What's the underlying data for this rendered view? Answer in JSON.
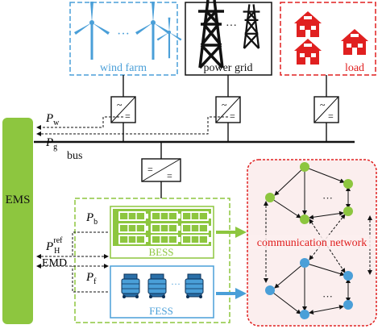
{
  "labels": {
    "wind_farm": "wind farm",
    "power_grid": "power grid",
    "load": "load",
    "ems": "EMS",
    "bus": "bus",
    "bess": "BESS",
    "fess": "FESS",
    "comm_network": "communication network",
    "ellipsis": "···",
    "p_w": {
      "base": "P",
      "sub": "w"
    },
    "p_g": {
      "base": "P",
      "sub": "g"
    },
    "p_b": {
      "base": "P",
      "sub": "b"
    },
    "p_f": {
      "base": "P",
      "sub": "f"
    },
    "p_h_ref": {
      "base": "P",
      "sub": "H",
      "sup": "ref"
    },
    "emd": "EMD",
    "converter_ac": "~",
    "converter_dc": "="
  },
  "colors": {
    "wind": "#4a9fd8",
    "grid": "#111111",
    "load": "#e02020",
    "ems": "#8dc63f",
    "bess": "#8dc63f",
    "fess": "#4a9fd8",
    "comm_border": "#e02020",
    "comm_bg": "#fbeeee",
    "green_node": "#8dc63f",
    "blue_node": "#4a9fd8",
    "arrow_green": "#8dc63f",
    "arrow_blue": "#4a9fd8"
  },
  "icons": {
    "turbine": "wind-turbine-icon",
    "tower": "transmission-tower-icon",
    "house": "house-icon",
    "battery": "battery-icon",
    "flywheel": "flywheel-icon",
    "converter": "converter-icon"
  }
}
